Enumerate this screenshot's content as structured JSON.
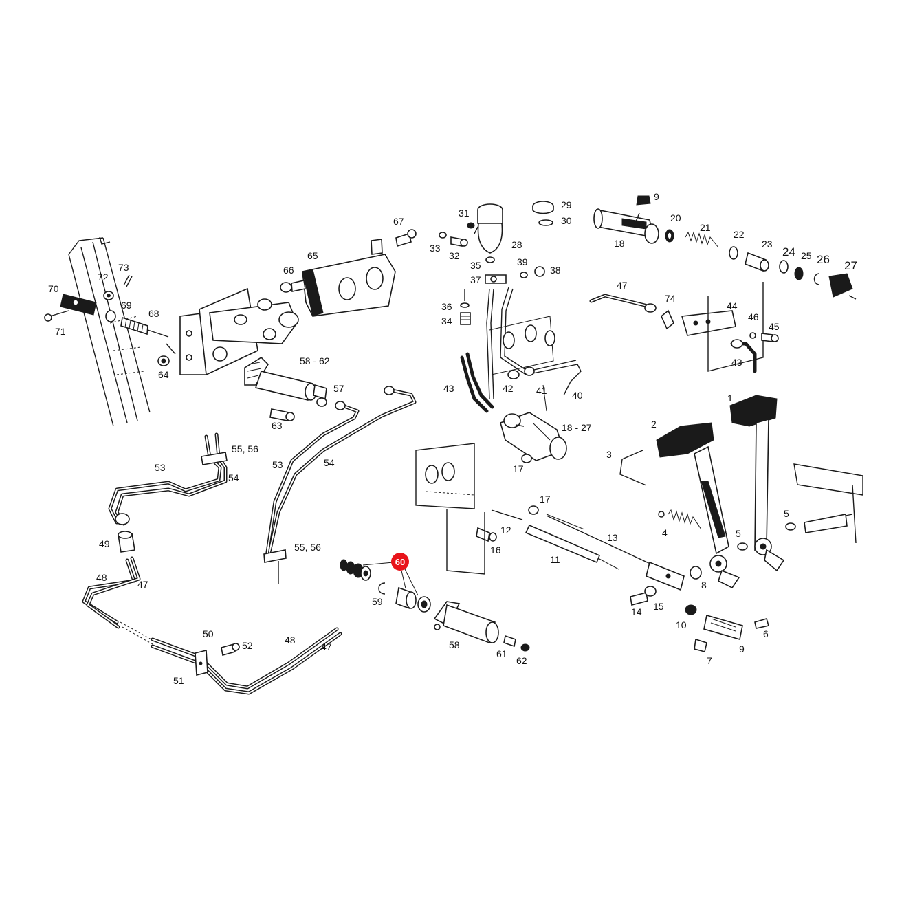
{
  "highlight": {
    "label": "60",
    "color": "#e8141b"
  },
  "labels": [
    {
      "id": "l1",
      "text": "1"
    },
    {
      "id": "l2",
      "text": "2"
    },
    {
      "id": "l3",
      "text": "3"
    },
    {
      "id": "l4",
      "text": "4"
    },
    {
      "id": "l5a",
      "text": "5"
    },
    {
      "id": "l5b",
      "text": "5"
    },
    {
      "id": "l6",
      "text": "6"
    },
    {
      "id": "l7",
      "text": "7"
    },
    {
      "id": "l8",
      "text": "8"
    },
    {
      "id": "l9a",
      "text": "9"
    },
    {
      "id": "l9b",
      "text": "9"
    },
    {
      "id": "l10",
      "text": "10"
    },
    {
      "id": "l11",
      "text": "11"
    },
    {
      "id": "l12",
      "text": "12"
    },
    {
      "id": "l13",
      "text": "13"
    },
    {
      "id": "l14",
      "text": "14"
    },
    {
      "id": "l15",
      "text": "15"
    },
    {
      "id": "l16",
      "text": "16"
    },
    {
      "id": "l17a",
      "text": "17"
    },
    {
      "id": "l17b",
      "text": "17"
    },
    {
      "id": "l18",
      "text": "18"
    },
    {
      "id": "l18_27",
      "text": "18 - 27"
    },
    {
      "id": "l20",
      "text": "20"
    },
    {
      "id": "l21",
      "text": "21"
    },
    {
      "id": "l22",
      "text": "22"
    },
    {
      "id": "l23",
      "text": "23"
    },
    {
      "id": "l24",
      "text": "24"
    },
    {
      "id": "l25",
      "text": "25"
    },
    {
      "id": "l26",
      "text": "26"
    },
    {
      "id": "l27",
      "text": "27"
    },
    {
      "id": "l28",
      "text": "28"
    },
    {
      "id": "l29",
      "text": "29"
    },
    {
      "id": "l30",
      "text": "30"
    },
    {
      "id": "l31",
      "text": "31"
    },
    {
      "id": "l32",
      "text": "32"
    },
    {
      "id": "l33",
      "text": "33"
    },
    {
      "id": "l34",
      "text": "34"
    },
    {
      "id": "l35",
      "text": "35"
    },
    {
      "id": "l36",
      "text": "36"
    },
    {
      "id": "l37",
      "text": "37"
    },
    {
      "id": "l38",
      "text": "38"
    },
    {
      "id": "l39",
      "text": "39"
    },
    {
      "id": "l40",
      "text": "40"
    },
    {
      "id": "l41",
      "text": "41"
    },
    {
      "id": "l42",
      "text": "42"
    },
    {
      "id": "l43a",
      "text": "43"
    },
    {
      "id": "l43b",
      "text": "43"
    },
    {
      "id": "l44",
      "text": "44"
    },
    {
      "id": "l45",
      "text": "45"
    },
    {
      "id": "l46",
      "text": "46"
    },
    {
      "id": "l47a",
      "text": "47"
    },
    {
      "id": "l47b",
      "text": "47"
    },
    {
      "id": "l47c",
      "text": "47"
    },
    {
      "id": "l48a",
      "text": "48"
    },
    {
      "id": "l48b",
      "text": "48"
    },
    {
      "id": "l49",
      "text": "49"
    },
    {
      "id": "l50",
      "text": "50"
    },
    {
      "id": "l51",
      "text": "51"
    },
    {
      "id": "l52",
      "text": "52"
    },
    {
      "id": "l53a",
      "text": "53"
    },
    {
      "id": "l53b",
      "text": "53"
    },
    {
      "id": "l54a",
      "text": "54"
    },
    {
      "id": "l54b",
      "text": "54"
    },
    {
      "id": "l5556a",
      "text": "55, 56"
    },
    {
      "id": "l5556b",
      "text": "55, 56"
    },
    {
      "id": "l57",
      "text": "57"
    },
    {
      "id": "l58",
      "text": "58"
    },
    {
      "id": "l58_62",
      "text": "58 - 62"
    },
    {
      "id": "l59",
      "text": "59"
    },
    {
      "id": "l61",
      "text": "61"
    },
    {
      "id": "l62",
      "text": "62"
    },
    {
      "id": "l63",
      "text": "63"
    },
    {
      "id": "l64",
      "text": "64"
    },
    {
      "id": "l65",
      "text": "65"
    },
    {
      "id": "l66",
      "text": "66"
    },
    {
      "id": "l67",
      "text": "67"
    },
    {
      "id": "l68",
      "text": "68"
    },
    {
      "id": "l69",
      "text": "69"
    },
    {
      "id": "l70",
      "text": "70"
    },
    {
      "id": "l71",
      "text": "71"
    },
    {
      "id": "l72",
      "text": "72"
    },
    {
      "id": "l73",
      "text": "73"
    },
    {
      "id": "l74",
      "text": "74"
    }
  ]
}
